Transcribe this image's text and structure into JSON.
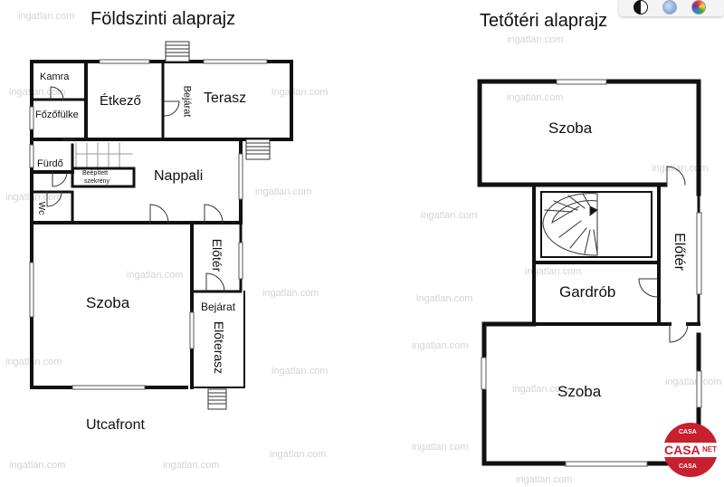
{
  "ground_floor": {
    "title": "Földszinti alaprajz",
    "rooms": {
      "kamra": "Kamra",
      "etkezo": "Étkező",
      "bejarat_top": "Bejárat",
      "terasz": "Terasz",
      "fozofulke": "Főzőfülke",
      "furdo": "Fürdő",
      "beepitett": "Beépített",
      "szekreny": "szekrény",
      "nappali": "Nappali",
      "wc": "Wc",
      "eloter": "Előtér",
      "szoba": "Szoba",
      "bejarat_bottom": "Bejárat",
      "eloterasz": "Előterasz"
    },
    "street_label": "Utcafront"
  },
  "attic_floor": {
    "title": "Tetőtéri alaprajz",
    "rooms": {
      "szoba_top": "Szoba",
      "eloter": "Előtér",
      "gardrob": "Gardrób",
      "szoba_bottom": "Szoba"
    }
  },
  "watermark": "ingatlan.com",
  "toolbar": {
    "icons": [
      "contrast-icon",
      "drop-icon",
      "color-wheel-icon"
    ],
    "accent": "#5a8fd6"
  },
  "logo": {
    "brand": "CASA",
    "suffix": "NET",
    "tagline": "CASA",
    "color": "#c8202f"
  },
  "colors": {
    "wall": "#111111",
    "window": "#888888",
    "logo_red": "#c8202f"
  }
}
